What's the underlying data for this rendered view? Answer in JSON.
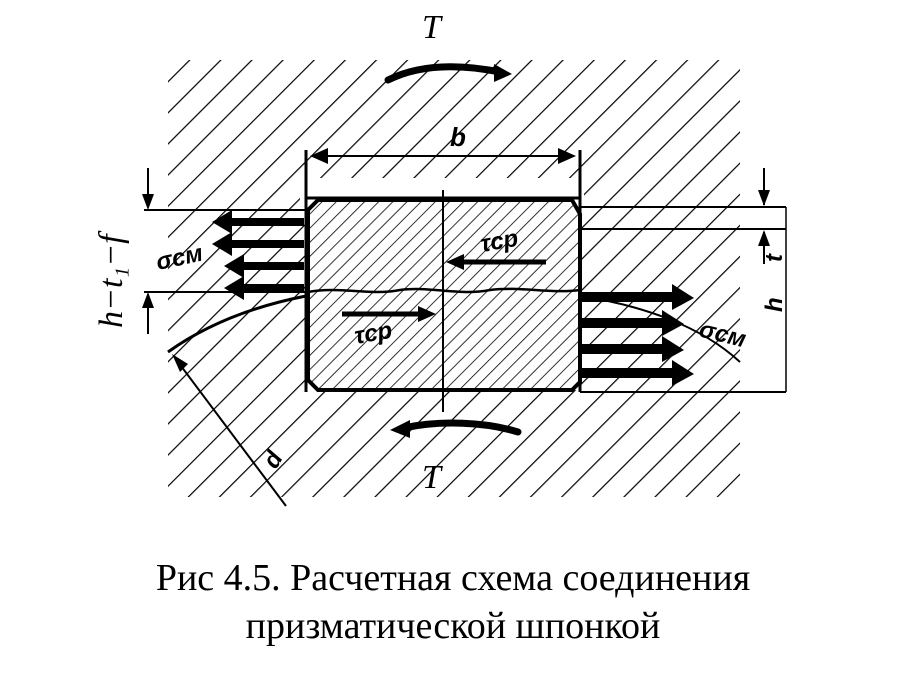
{
  "caption": {
    "line1": "Рис 4.5. Расчетная схема соединения",
    "line2": "призматической шпонкой"
  },
  "labels": {
    "torque_top": "T",
    "torque_bottom": "T",
    "key_width": "b",
    "hub_depth": "t",
    "key_height": "h",
    "shaft_radius": "d",
    "left_dimension": "h−t₁−f",
    "sigma_left": "σсм",
    "sigma_right": "σсм",
    "tau_top": "τср",
    "tau_bottom": "τср"
  }
}
